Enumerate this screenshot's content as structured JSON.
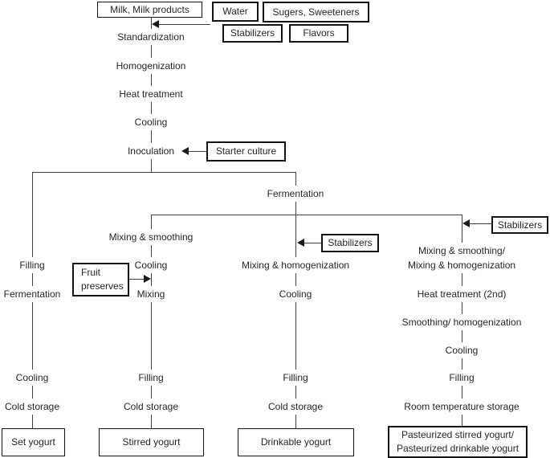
{
  "flowchart": {
    "inputs": {
      "milk": "Milk, Milk products",
      "water": "Water",
      "sugers": "Sugers,  Sweeteners",
      "stabilizers": "Stabilizers",
      "flavors": "Flavors",
      "starter_culture": "Starter culture",
      "fruit_line1": "Fruit",
      "fruit_line2": "preserves"
    },
    "main_steps": [
      "Standardization",
      "Homogenization",
      "Heat treatment",
      "Cooling",
      "Inoculation"
    ],
    "fermentation": "Fermentation",
    "branches": {
      "set": {
        "steps": [
          "Filling",
          "Fermentation",
          "Cooling",
          "Cold storage"
        ],
        "product": "Set yogurt"
      },
      "stirred": {
        "steps": [
          "Mixing & smoothing",
          "Cooling",
          "Mixing",
          "Filling",
          "Cold storage"
        ],
        "product": "Stirred yogurt"
      },
      "drinkable": {
        "steps": [
          "Mixing & homogenization",
          "Cooling",
          "Filling",
          "Cold storage"
        ],
        "product": "Drinkable yogurt"
      },
      "pasteurized": {
        "steps_line1": "Mixing & smoothing/",
        "steps_line2": "Mixing & homogenization",
        "steps": [
          "Heat treatment (2nd)",
          "Smoothing/ homogenization",
          "Cooling",
          "Filling",
          "Room temperature storage"
        ],
        "product_line1": "Pasteurized stirred yogurt/",
        "product_line2": "Pasteurized drinkable yogurt"
      }
    },
    "colors": {
      "line": "#3f3f3f",
      "border": "#141414",
      "text": "#262626",
      "background": "#ffffff"
    }
  }
}
